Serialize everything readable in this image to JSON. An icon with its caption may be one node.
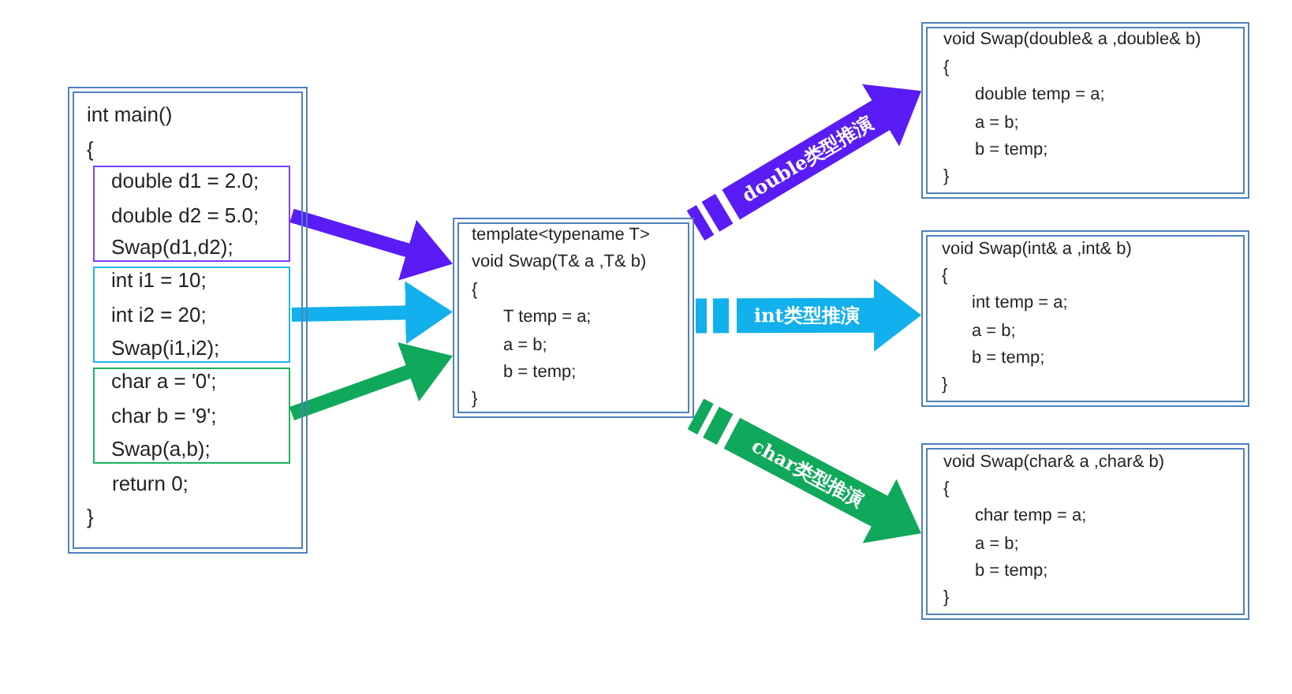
{
  "diagram": {
    "nodes": [
      {
        "text": [
          "int main()",
          "{",
          "return 0;",
          "}"
        ]
      },
      {
        "text": [
          "double d1 = 2.0;",
          "double d2 = 5.0;",
          "Swap(d1,d2);"
        ],
        "in": 0
      },
      {
        "text": [
          "int i1 = 10;",
          "int i2 = 20;",
          "Swap(i1,i2);"
        ],
        "in": 0
      },
      {
        "text": [
          "char a = '0';",
          "char b = '9';",
          "Swap(a,b);"
        ],
        "in": 0
      },
      {
        "text": [
          "template<typename T>",
          "void Swap(T& a ,T& b)",
          "{",
          "T temp = a;",
          "a = b;",
          "b = temp;",
          "}"
        ]
      },
      {
        "text": [
          "void Swap(double& a ,double& b)",
          "{",
          "double temp = a;",
          "a = b;",
          "b = temp;",
          "}"
        ]
      },
      {
        "text": [
          "void Swap(int& a ,int& b)",
          "{",
          "int temp = a;",
          "a = b;",
          "b = temp;",
          "}"
        ]
      },
      {
        "text": [
          "void Swap(char& a ,char& b)",
          "{",
          "char temp = a;",
          "a = b;",
          "b = temp;",
          "}"
        ]
      }
    ],
    "edges": [
      {
        "from": 1,
        "to": 4,
        "arrow": "to",
        "color": "#5a1cf5"
      },
      {
        "from": 2,
        "to": 4,
        "arrow": "to",
        "color": "#12b0ec"
      },
      {
        "from": 3,
        "to": 4,
        "arrow": "to",
        "color": "#10a85a"
      },
      {
        "from": 4,
        "to": 5,
        "arrow": "to",
        "label": "double类型推演",
        "color": "#5a1cf5"
      },
      {
        "from": 4,
        "to": 6,
        "arrow": "to",
        "label": "int类型推演",
        "color": "#12b0ec"
      },
      {
        "from": 4,
        "to": 7,
        "arrow": "to",
        "label": "char类型推演",
        "color": "#10a85a"
      }
    ]
  }
}
